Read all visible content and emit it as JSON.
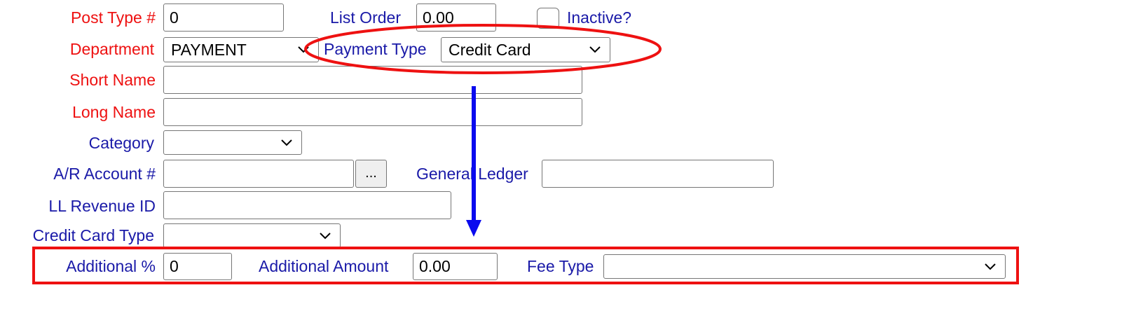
{
  "form": {
    "post_type": {
      "label": "Post Type #",
      "value": "0"
    },
    "list_order": {
      "label": "List Order",
      "value": "0.00"
    },
    "inactive": {
      "label": "Inactive?",
      "checked": false
    },
    "department": {
      "label": "Department",
      "selected": "PAYMENT"
    },
    "payment_type": {
      "label": "Payment Type",
      "selected": "Credit Card"
    },
    "short_name": {
      "label": "Short Name",
      "value": ""
    },
    "long_name": {
      "label": "Long Name",
      "value": ""
    },
    "category": {
      "label": "Category",
      "selected": ""
    },
    "ar_account": {
      "label": "A/R Account #",
      "value": "",
      "lookup_label": "..."
    },
    "general_ledger": {
      "label": "General Ledger",
      "value": ""
    },
    "ll_revenue_id": {
      "label": "LL Revenue ID",
      "value": ""
    },
    "credit_card_type": {
      "label": "Credit Card Type",
      "selected": ""
    },
    "additional_percent": {
      "label": "Additional %",
      "value": "0"
    },
    "additional_amount": {
      "label": "Additional Amount",
      "value": "0.00"
    },
    "fee_type": {
      "label": "Fee Type",
      "selected": ""
    }
  },
  "colors": {
    "required_label": "#ee1111",
    "optional_label": "#1a1aa8",
    "annotation_red": "#ee1111",
    "annotation_blue": "#0a0aee"
  },
  "icons": {
    "dropdown": "chevron-down-icon"
  }
}
